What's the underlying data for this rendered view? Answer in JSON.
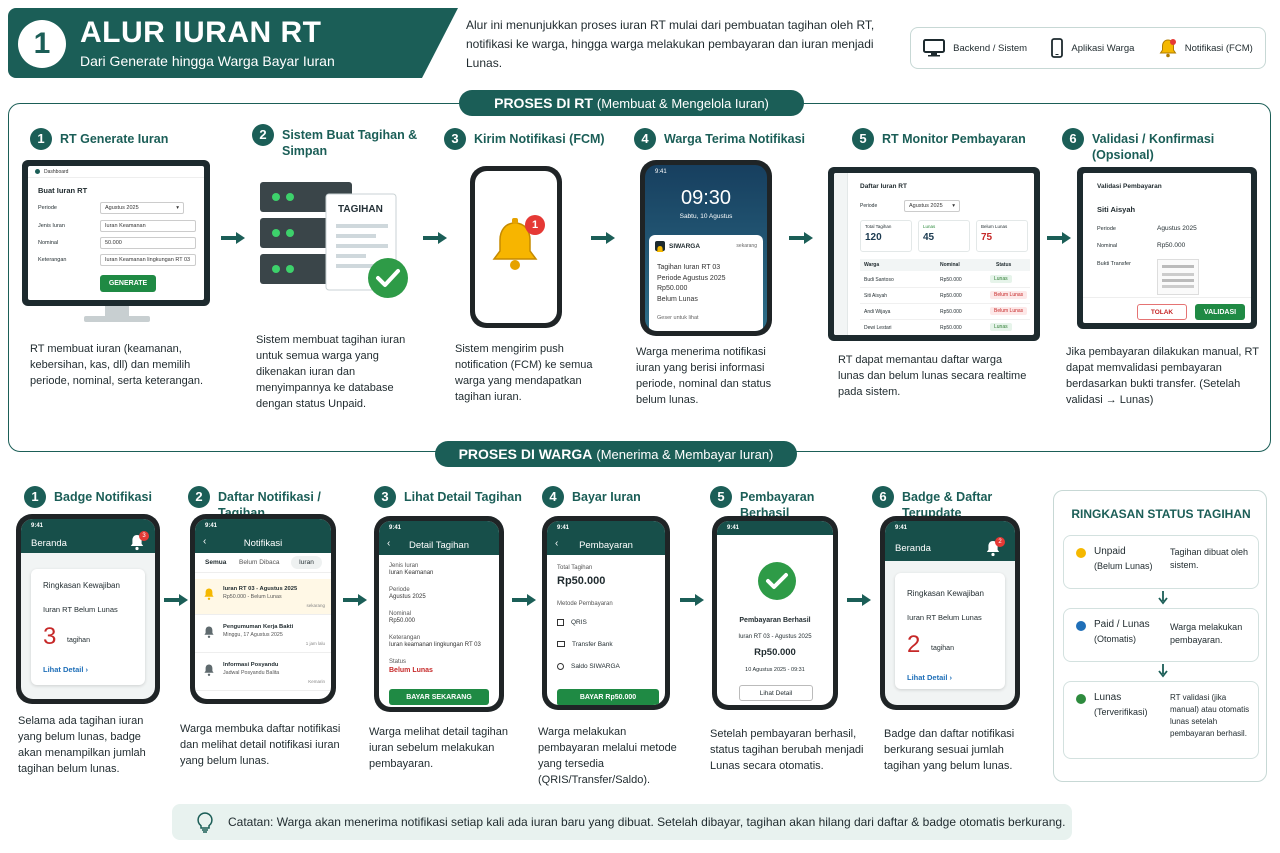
{
  "header": {
    "number": "1",
    "title": "ALUR IURAN RT",
    "subtitle": "Dari Generate hingga Warga Bayar Iuran"
  },
  "intro": "Alur ini menunjukkan proses iuran RT mulai dari pembuatan tagihan oleh RT, notifikasi ke warga, hingga warga melakukan pembayaran dan iuran menjadi Lunas.",
  "legend": [
    {
      "icon": "monitor-icon",
      "label": "Backend / Sistem"
    },
    {
      "icon": "phone-icon",
      "label": "Aplikasi Warga"
    },
    {
      "icon": "bell-icon",
      "label": "Notifikasi (FCM)"
    }
  ],
  "rt_section": {
    "title": "PROSES DI RT",
    "subtitle": "(Membuat & Mengelola Iuran)",
    "steps": [
      {
        "num": "1",
        "title": "RT Generate Iuran",
        "desc": "RT membuat iuran (keamanan, kebersihan, kas, dll) dan memilih periode, nominal, serta keterangan."
      },
      {
        "num": "2",
        "title": "Sistem Buat Tagihan & Simpan",
        "desc": "Sistem membuat tagihan iuran untuk semua warga yang dikenakan iuran dan menyimpannya ke database dengan status Unpaid."
      },
      {
        "num": "3",
        "title": "Kirim Notifikasi (FCM)",
        "desc": "Sistem mengirim push notification (FCM) ke semua warga yang mendapatkan tagihan iuran."
      },
      {
        "num": "4",
        "title": "Warga Terima Notifikasi",
        "desc": "Warga menerima notifikasi iuran yang berisi informasi periode, nominal dan status belum lunas."
      },
      {
        "num": "5",
        "title": "RT Monitor Pembayaran",
        "desc": "RT dapat memantau daftar warga lunas dan belum lunas secara realtime pada sistem."
      },
      {
        "num": "6",
        "title": "Validasi / Konfirmasi (Opsional)",
        "desc": "Jika pembayaran dilakukan manual, RT dapat memvalidasi pembayaran berdasarkan bukti transfer. (Setelah validasi → Lunas)"
      }
    ]
  },
  "s1": {
    "app": "Dashboard",
    "title": "Buat Iuran RT",
    "fields": [
      {
        "label": "Periode",
        "value": "Agustus 2025"
      },
      {
        "label": "Jenis Iuran",
        "value": "Iuran Keamanan"
      },
      {
        "label": "Nominal",
        "value": "50.000"
      },
      {
        "label": "Keterangan",
        "value": "Iuran Keamanan lingkungan RT 03"
      }
    ],
    "button": "GENERATE"
  },
  "s2": {
    "doc_title": "TAGIHAN"
  },
  "s3": {
    "badge": "1"
  },
  "s4": {
    "time_small": "9:41",
    "clock": "09:30",
    "date": "Sabtu, 10 Agustus",
    "app": "SIWARGA",
    "when": "sekarang",
    "lines": [
      "Tagihan Iuran RT 03",
      "Periode Agustus 2025",
      "Rp50.000",
      "Belum Lunas"
    ],
    "hint": "Geser untuk lihat"
  },
  "s5": {
    "title": "Daftar Iuran RT",
    "period_label": "Periode",
    "period": "Agustus 2025",
    "stats": [
      {
        "label": "Total Tagihan",
        "value": "120"
      },
      {
        "label": "Lunas",
        "value": "45"
      },
      {
        "label": "Belum Lunas",
        "value": "75"
      }
    ],
    "cols": [
      "Warga",
      "Nominal",
      "Status"
    ],
    "rows": [
      {
        "name": "Budi Santoso",
        "amount": "Rp50.000",
        "status": "Lunas"
      },
      {
        "name": "Siti Aisyah",
        "amount": "Rp50.000",
        "status": "Belum Lunas"
      },
      {
        "name": "Andi Wijaya",
        "amount": "Rp50.000",
        "status": "Belum Lunas"
      },
      {
        "name": "Dewi Lestari",
        "amount": "Rp50.000",
        "status": "Lunas"
      }
    ]
  },
  "s6": {
    "title": "Validasi Pembayaran",
    "name": "Siti Aisyah",
    "fields": [
      {
        "label": "Periode",
        "value": "Agustus 2025"
      },
      {
        "label": "Nominal",
        "value": "Rp50.000"
      }
    ],
    "proof_label": "Bukti Transfer",
    "reject": "TOLAK",
    "approve": "VALIDASI"
  },
  "warga_section": {
    "title": "PROSES DI WARGA",
    "subtitle": "(Menerima & Membayar Iuran)",
    "steps": [
      {
        "num": "1",
        "title": "Badge Notifikasi",
        "desc": "Selama ada tagihan iuran yang belum lunas, badge akan menampilkan jumlah tagihan belum lunas."
      },
      {
        "num": "2",
        "title": "Daftar Notifikasi / Tagihan",
        "desc": "Warga membuka daftar notifikasi dan melihat detail notifikasi iuran yang belum lunas."
      },
      {
        "num": "3",
        "title": "Lihat Detail Tagihan",
        "desc": "Warga melihat detail tagihan iuran sebelum melakukan pembayaran."
      },
      {
        "num": "4",
        "title": "Bayar Iuran",
        "desc": "Warga melakukan pembayaran melalui metode yang tersedia (QRIS/Transfer/Saldo)."
      },
      {
        "num": "5",
        "title": "Pembayaran Berhasil",
        "desc": "Setelah pembayaran berhasil, status tagihan berubah menjadi Lunas secara otomatis."
      },
      {
        "num": "6",
        "title": "Badge & Daftar Terupdate",
        "desc": "Badge dan daftar notifikasi berkurang sesuai jumlah tagihan yang belum lunas."
      }
    ]
  },
  "w1": {
    "time": "9:41",
    "title": "Beranda",
    "badge": "3",
    "card_title": "Ringkasan Kewajiban",
    "card_sub": "Iuran RT Belum Lunas",
    "count": "3",
    "unit": "tagihan",
    "link": "Lihat Detail"
  },
  "w2": {
    "time": "9:41",
    "title": "Notifikasi",
    "tabs": [
      "Semua",
      "Belum Dibaca",
      "Iuran"
    ],
    "items": [
      {
        "title": "Iuran RT 03 - Agustus 2025",
        "sub": "Rp50.000 - Belum Lunas",
        "when": "sekarang"
      },
      {
        "title": "Pengumuman Kerja Bakti",
        "sub": "Minggu, 17 Agustus 2025",
        "when": "1 jam lalu"
      },
      {
        "title": "Informasi Posyandu",
        "sub": "Jadwal Posyandu Balita",
        "when": "Kemarin"
      }
    ]
  },
  "w3": {
    "time": "9:41",
    "title": "Detail Tagihan",
    "fields": [
      {
        "label": "Jenis Iuran",
        "value": "Iuran Keamanan"
      },
      {
        "label": "Periode",
        "value": "Agustus 2025"
      },
      {
        "label": "Nominal",
        "value": "Rp50.000"
      },
      {
        "label": "Keterangan",
        "value": "Iuran keamanan lingkungan RT 03"
      }
    ],
    "status_label": "Status",
    "status": "Belum Lunas",
    "button": "BAYAR SEKARANG"
  },
  "w4": {
    "time": "9:41",
    "title": "Pembayaran",
    "total_label": "Total Tagihan",
    "total": "Rp50.000",
    "method_label": "Metode Pembayaran",
    "methods": [
      "QRIS",
      "Transfer Bank",
      "Saldo SIWARGA"
    ],
    "button": "BAYAR Rp50.000"
  },
  "w5": {
    "time": "9:41",
    "title": "Pembayaran Berhasil",
    "sub": "Iuran RT 03 - Agustus 2025",
    "amount": "Rp50.000",
    "date": "10 Agustus 2025 - 09:31",
    "button": "Lihat Detail"
  },
  "w6": {
    "time": "9:41",
    "title": "Beranda",
    "badge": "2",
    "card_title": "Ringkasan Kewajiban",
    "card_sub": "Iuran RT Belum Lunas",
    "count": "2",
    "unit": "tagihan",
    "link": "Lihat Detail"
  },
  "status_summary": {
    "title": "RINGKASAN STATUS TAGIHAN",
    "items": [
      {
        "color": "#f5b800",
        "name": "Unpaid",
        "sub": "(Belum Lunas)",
        "desc": "Tagihan dibuat oleh sistem."
      },
      {
        "color": "#1f6fb8",
        "name": "Paid / Lunas",
        "sub": "(Otomatis)",
        "desc": "Warga melakukan pembayaran."
      },
      {
        "color": "#2e8b3e",
        "name": "Lunas",
        "sub": "(Terverifikasi)",
        "desc": "RT validasi (jika manual) atau otomatis lunas setelah pembayaran berhasil."
      }
    ]
  },
  "note": "Catatan: Warga akan menerima notifikasi setiap kali ada iuran baru yang dibuat. Setelah dibayar, tagihan akan hilang dari daftar & badge otomatis berkurang.",
  "colors": {
    "primary": "#1b5e57",
    "success": "#1f8a44",
    "danger": "#c62828",
    "bell": "#f5b800"
  }
}
